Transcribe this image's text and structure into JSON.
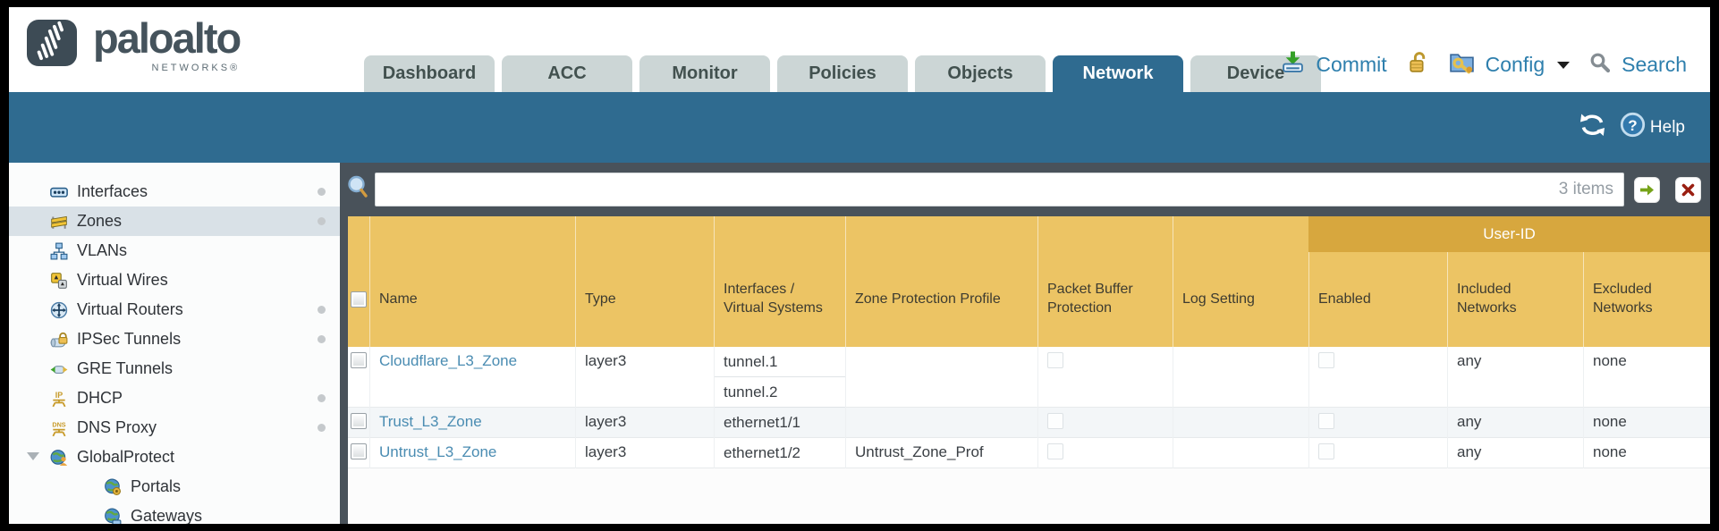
{
  "brand": {
    "name": "paloalto",
    "sub": "NETWORKS®"
  },
  "nav_tabs": [
    {
      "label": "Dashboard",
      "active": false
    },
    {
      "label": "ACC",
      "active": false
    },
    {
      "label": "Monitor",
      "active": false
    },
    {
      "label": "Policies",
      "active": false
    },
    {
      "label": "Objects",
      "active": false
    },
    {
      "label": "Network",
      "active": true
    },
    {
      "label": "Device",
      "active": false
    }
  ],
  "top_actions": {
    "commit_label": "Commit",
    "config_label": "Config",
    "search_label": "Search"
  },
  "toolbar": {
    "help_label": "Help"
  },
  "sidebar": {
    "items": [
      {
        "label": "Interfaces",
        "icon": "interfaces-icon",
        "dot": true,
        "selected": false
      },
      {
        "label": "Zones",
        "icon": "zones-icon",
        "dot": true,
        "selected": true
      },
      {
        "label": "VLANs",
        "icon": "vlans-icon",
        "dot": false,
        "selected": false
      },
      {
        "label": "Virtual Wires",
        "icon": "virtual-wires-icon",
        "dot": false,
        "selected": false
      },
      {
        "label": "Virtual Routers",
        "icon": "virtual-routers-icon",
        "dot": true,
        "selected": false
      },
      {
        "label": "IPSec Tunnels",
        "icon": "ipsec-tunnels-icon",
        "dot": true,
        "selected": false
      },
      {
        "label": "GRE Tunnels",
        "icon": "gre-tunnels-icon",
        "dot": false,
        "selected": false
      },
      {
        "label": "DHCP",
        "icon": "dhcp-icon",
        "dot": true,
        "selected": false
      },
      {
        "label": "DNS Proxy",
        "icon": "dns-proxy-icon",
        "dot": true,
        "selected": false
      },
      {
        "label": "GlobalProtect",
        "icon": "globalprotect-icon",
        "dot": false,
        "selected": false,
        "expanded": true
      },
      {
        "label": "Portals",
        "icon": "portals-icon",
        "dot": false,
        "selected": false,
        "child": true
      },
      {
        "label": "Gateways",
        "icon": "gateways-icon",
        "dot": false,
        "selected": false,
        "child": true
      }
    ]
  },
  "filterbar": {
    "count": "3 items",
    "query": ""
  },
  "table": {
    "user_id_group_label": "User-ID",
    "columns": [
      "Name",
      "Type",
      "Interfaces / Virtual Systems",
      "Zone Protection Profile",
      "Packet Buffer Protection",
      "Log Setting",
      "Enabled",
      "Included Networks",
      "Excluded Networks"
    ],
    "rows": [
      {
        "name": "Cloudflare_L3_Zone",
        "type": "layer3",
        "interfaces": [
          "tunnel.1",
          "tunnel.2"
        ],
        "zone_protection_profile": "",
        "packet_buffer_protection": false,
        "log_setting": "",
        "user_id_enabled": false,
        "included_networks": "any",
        "excluded_networks": "none"
      },
      {
        "name": "Trust_L3_Zone",
        "type": "layer3",
        "interfaces": [
          "ethernet1/1"
        ],
        "zone_protection_profile": "",
        "packet_buffer_protection": false,
        "log_setting": "",
        "user_id_enabled": false,
        "included_networks": "any",
        "excluded_networks": "none"
      },
      {
        "name": "Untrust_L3_Zone",
        "type": "layer3",
        "interfaces": [
          "ethernet1/2"
        ],
        "zone_protection_profile": "Untrust_Zone_Prof",
        "packet_buffer_protection": false,
        "log_setting": "",
        "user_id_enabled": false,
        "included_networks": "any",
        "excluded_networks": "none"
      }
    ]
  },
  "colors": {
    "teal_accent": "#2f6b90",
    "header_gold": "#ecc464",
    "group_band_gold": "#d7a73e",
    "toolbar_slate": "#49525a",
    "link_blue": "#4a8cb2",
    "selected_item_bg": "#d9e1e7"
  }
}
